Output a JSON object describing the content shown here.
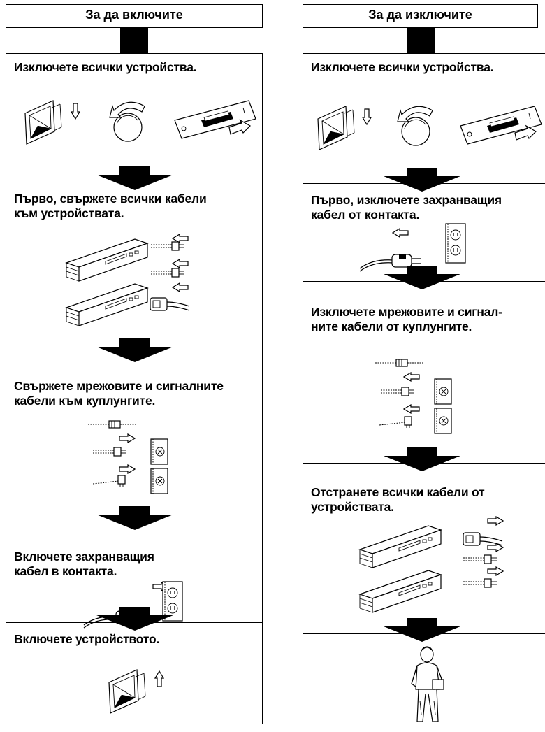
{
  "left": {
    "title": "За да включите",
    "steps": [
      {
        "text": "Изключете всички устройства."
      },
      {
        "text": "Първо, свържете всички кабели\nкъм устройствата."
      },
      {
        "text": "Свържете мрежовите и сигналните\nкабели към куплунгите."
      },
      {
        "text": "Включете захранващия\nкабел в контакта."
      },
      {
        "text": "Включете устройството."
      }
    ]
  },
  "right": {
    "title": "За да изключите",
    "steps": [
      {
        "text": "Изключете всички устройства."
      },
      {
        "text": "Първо, изключете захранващия\nкабел от контакта."
      },
      {
        "text": "Изключете мрежовите и сигнал-\nните кабели от куплунгите."
      },
      {
        "text": "Отстранете всички кабели от\nустройствата."
      },
      {
        "text": ""
      }
    ]
  },
  "icons": {
    "power_switch": "rocker-switch-icon",
    "knob": "rotary-knob-icon",
    "slide_switch": "slide-switch-icon",
    "devices": "stacked-devices-icon",
    "plug": "power-plug-icon",
    "outlet": "wall-outlet-icon",
    "connectors": "cable-connectors-icon",
    "person": "person-walking-away-icon",
    "flow_arrow": "down-arrow-icon"
  }
}
